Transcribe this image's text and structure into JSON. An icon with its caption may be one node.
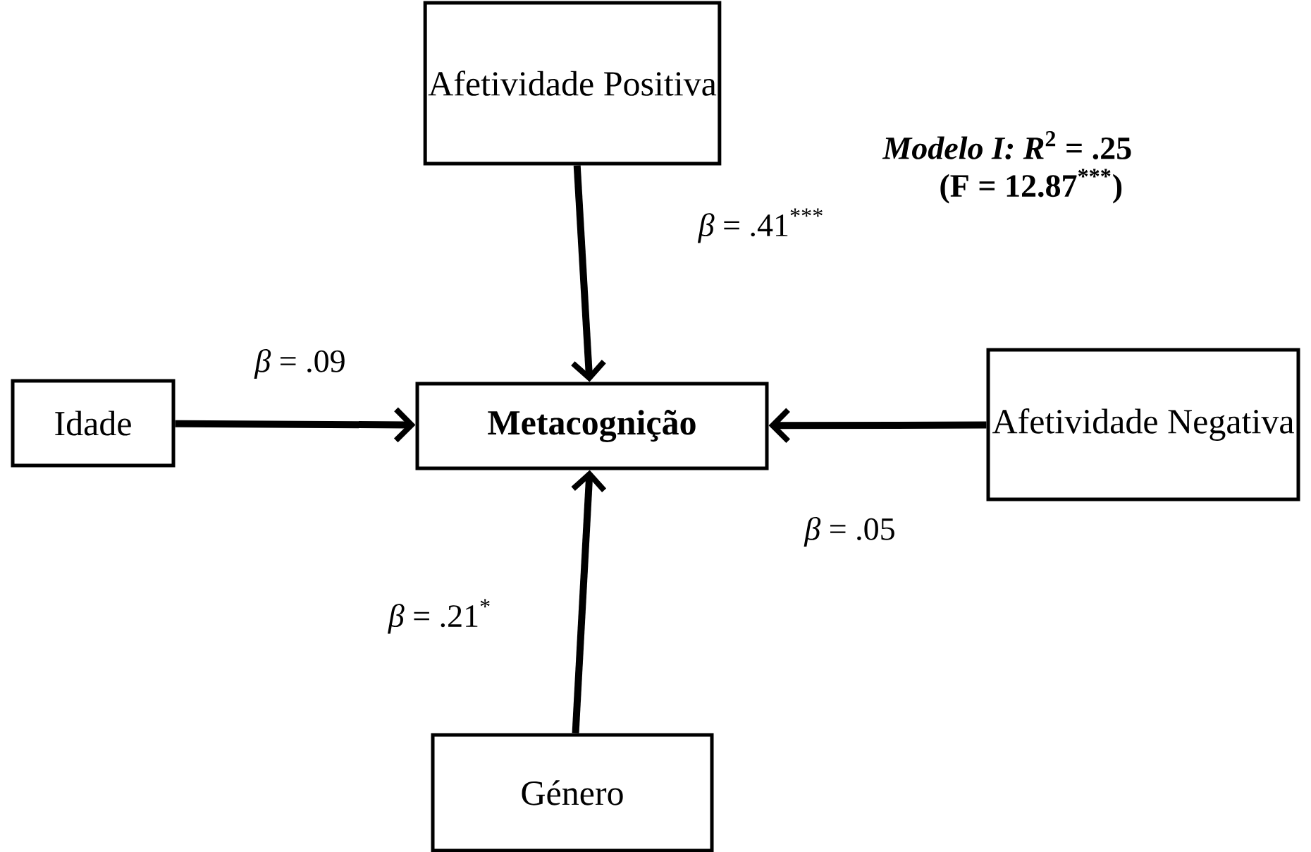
{
  "diagram": {
    "nodes": [
      {
        "text": [
          "Afetividade Positiva"
        ]
      },
      {
        "text": [
          "Idade"
        ]
      },
      {
        "text": [
          "Metacognição"
        ]
      },
      {
        "text": [
          "Afetividade Negativa"
        ]
      },
      {
        "text": [
          "Género"
        ]
      }
    ],
    "edges": [
      {
        "from": 0,
        "to": 2,
        "arrow": "to",
        "label": "*β* = .41$^{***}$"
      },
      {
        "from": 1,
        "to": 2,
        "arrow": "to",
        "label": "*β* = .09"
      },
      {
        "from": 3,
        "to": 2,
        "arrow": "to",
        "label": "*β* = .05"
      },
      {
        "from": 4,
        "to": 2,
        "arrow": "to",
        "label": "*β* = .21$^{*}$"
      }
    ],
    "labels": [
      "*Modelo I: R*$^{2}$ = .25",
      "(F = 12.87$^{***}$)"
    ]
  }
}
